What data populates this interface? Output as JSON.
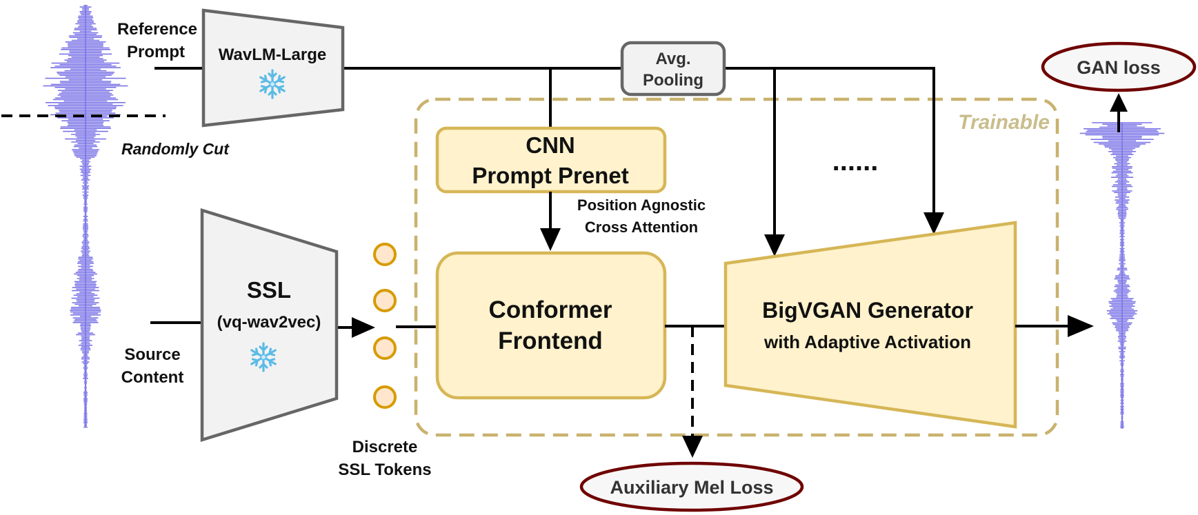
{
  "labels": {
    "reference_prompt": [
      "Reference",
      "Prompt"
    ],
    "randomly_cut": "Randomly Cut",
    "wavlm": "WavLM-Large",
    "avg_pooling": [
      "Avg.",
      "Pooling"
    ],
    "trainable": "Trainable",
    "cnn_prenet": [
      "CNN",
      "Prompt Prenet"
    ],
    "cross_attention": [
      "Position Agnostic",
      "Cross Attention"
    ],
    "ellipsis": "......",
    "ssl": "SSL",
    "ssl_model": "(vq-wav2vec)",
    "source_content": [
      "Source",
      "Content"
    ],
    "discrete_tokens": [
      "Discrete",
      "SSL Tokens"
    ],
    "conformer": [
      "Conformer",
      "Frontend"
    ],
    "bigvgan": "BigVGAN Generator",
    "bigvgan_sub": "with Adaptive Activation",
    "gan_loss": "GAN loss",
    "mel_loss": "Auxiliary Mel Loss"
  },
  "icons": {
    "frozen": "snowflake-icon"
  },
  "colors": {
    "frozen_fill": "#f2f2f2",
    "frozen_stroke": "#666666",
    "trainable_fill": "#fff2cc",
    "trainable_stroke": "#d6b656",
    "loss_stroke": "#6f0000",
    "token_fill": "#ffe6cc",
    "token_stroke": "#d79b00",
    "waveform": "#7b74e6"
  }
}
